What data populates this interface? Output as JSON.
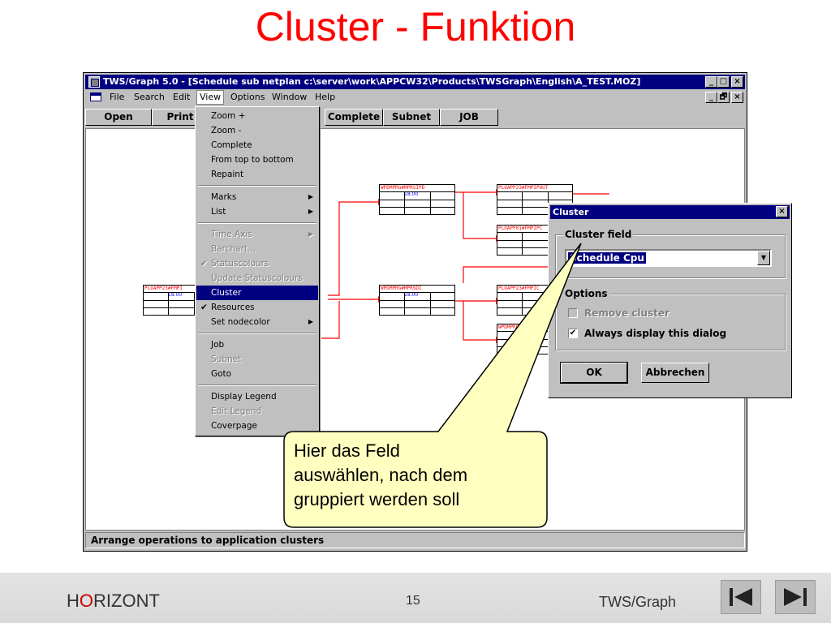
{
  "slide": {
    "title": "Cluster - Funktion"
  },
  "window": {
    "title": "TWS/Graph 5.0 - [Schedule sub netplan c:\\server\\work\\APPCW32\\Products\\TWSGraph\\English\\A_TEST.MOZ]",
    "caption_buttons": [
      "_",
      "□",
      "×"
    ],
    "mdi_buttons": [
      "_",
      "🗗",
      "×"
    ]
  },
  "menubar": {
    "items": [
      "File",
      "Search",
      "Edit",
      "View",
      "Options",
      "Window",
      "Help"
    ],
    "active": "View"
  },
  "toolbar": {
    "buttons": [
      "Open",
      "Print",
      "Complete",
      "Subnet",
      "JOB"
    ]
  },
  "view_menu": {
    "items": [
      {
        "label": "Zoom +",
        "enabled": true
      },
      {
        "label": "Zoom -",
        "enabled": true
      },
      {
        "label": "Complete",
        "enabled": true
      },
      {
        "label": "From top to bottom",
        "enabled": true
      },
      {
        "label": "Repaint",
        "enabled": true
      },
      {
        "label": "Marks",
        "enabled": true,
        "submenu": true
      },
      {
        "label": "List",
        "enabled": true,
        "submenu": true
      },
      {
        "label": "Time Axis",
        "enabled": false,
        "submenu": true
      },
      {
        "label": "Barchart...",
        "enabled": false
      },
      {
        "label": "Statuscolours",
        "enabled": false,
        "checked": true
      },
      {
        "label": "Update Statuscolours",
        "enabled": false
      },
      {
        "label": "Cluster",
        "enabled": true,
        "highlighted": true
      },
      {
        "label": "Resources",
        "enabled": true,
        "checked": true
      },
      {
        "label": "Set nodecolor",
        "enabled": true,
        "submenu": true
      },
      {
        "label": "Job",
        "enabled": true
      },
      {
        "label": "Subnet",
        "enabled": false
      },
      {
        "label": "Goto",
        "enabled": true
      },
      {
        "label": "Display Legend",
        "enabled": true
      },
      {
        "label": "Edit Legend",
        "enabled": false
      },
      {
        "label": "Coverpage",
        "enabled": true
      }
    ]
  },
  "nodes": [
    {
      "label": "PLOAPP23#FMPI",
      "value": "18.00"
    },
    {
      "label": "WPDMPRG#MPRSIPD",
      "value": "18.00"
    },
    {
      "label": "PLOAPP23#FMPIPOUT",
      "value": ""
    },
    {
      "label": "PLOAPP01#FMPIPC",
      "value": ""
    },
    {
      "label": "WPDMPRG#MPRSDI",
      "value": "18.00"
    },
    {
      "label": "PLOAPP23#FMPIC",
      "value": ""
    },
    {
      "label": "WPDMPRG#M",
      "value": ""
    }
  ],
  "dialog": {
    "title": "Cluster",
    "close": "×",
    "cluster_field_label": "Cluster field",
    "cluster_field_value": "Schedule Cpu",
    "dropdown_arrow": "▼",
    "options_label": "Options",
    "remove_cluster": "Remove cluster",
    "always_display": "Always display this dialog",
    "check_mark": "✔",
    "ok": "OK",
    "cancel": "Abbrechen"
  },
  "status": {
    "text": "Arrange operations to application clusters"
  },
  "callout": {
    "line1": "Hier das Feld",
    "line2": "auswählen, nach dem",
    "line3": "gruppiert werden soll"
  },
  "footer": {
    "brand_h": "H",
    "brand_o": "O",
    "brand_rest": "RIZONT",
    "page": "15",
    "right": "TWS/Graph"
  },
  "colors": {
    "title_red": "#ff0000",
    "win_blue": "#000080",
    "callout_fill": "#ffffc0",
    "edge_red": "#ff0000"
  }
}
